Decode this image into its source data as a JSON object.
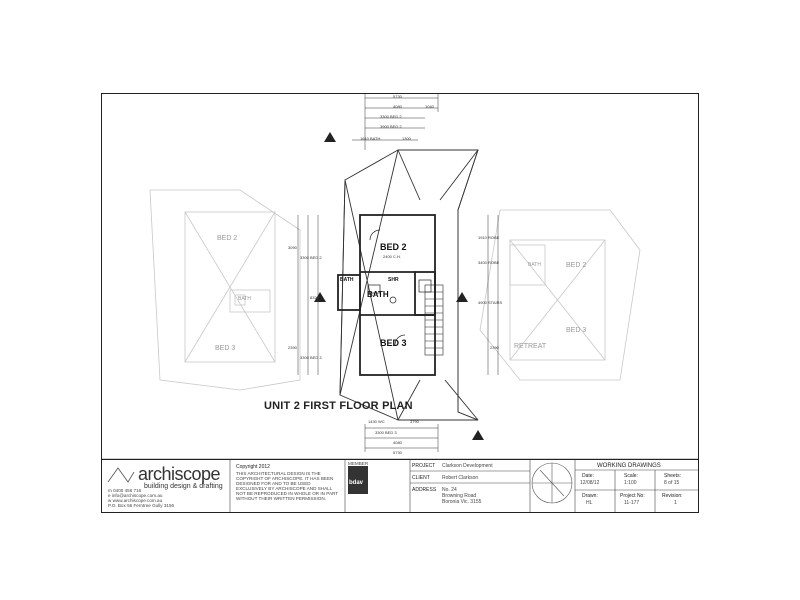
{
  "plan": {
    "title": "UNIT 2 FIRST FLOOR PLAN",
    "rooms": {
      "bed2": "BED 2",
      "bath": "BATH",
      "bed3": "BED 3",
      "ens_bath": "BATH",
      "shr": "SHR",
      "bed2_dim": "2400 C.H."
    },
    "ghost_rooms": {
      "left_bed2": "BED 2",
      "left_bed3": "BED 3",
      "left_bath": "BATH",
      "right_bed2": "BED 2",
      "right_bed3": "BED 3",
      "right_retreat": "RETREAT",
      "right_bath": "BATH"
    },
    "dimensions": {
      "top_overall": "5730",
      "top_a": "4080",
      "top_b": "1040",
      "top_c": "3300 BED 2",
      "top_d": "3900 BED 2",
      "top_e": "1610 BATH",
      "top_f": "1300",
      "bottom_a": "1430 WC",
      "bottom_b": "3790",
      "bottom_c": "3300 BED 3",
      "bottom_d": "4080",
      "bottom_e": "5730",
      "left_a": "3090",
      "left_b": "3300 BED 2",
      "left_c": "8320",
      "left_d": "2390",
      "left_e": "3300 BED 3",
      "right_a": "1910 ROBE",
      "right_b": "3400 ROBE",
      "right_c": "4900 STAIRS",
      "right_d": "2390"
    }
  },
  "title_block": {
    "brand": "archiscope",
    "brand_sub": "building design & drafting",
    "contact_lines": [
      "m 0400 456 716",
      "e info@archiscope.com.au",
      "w www.archiscope.com.au",
      "P.O. Box 56 Ferntree Gully 3156"
    ],
    "copyright_title": "Copyright 2012",
    "copyright_text": "THIS ARCHITECTURAL DESIGN IS THE COPYRIGHT OF ARCHISCOPE. IT HAS BEEN DESIGNED FOR AND TO BE USED EXCLUSIVELY BY ARCHISCOPE AND SHALL NOT BE REPRODUCED IN WHOLE OR IN PART WITHOUT THEIR WRITTEN PERMISSION.",
    "member_label": "MEMBER",
    "badge": "bdav",
    "project_label": "PROJECT",
    "project_value": "Clarkson Development",
    "client_label": "CLIENT",
    "client_value": "Robert Clarkson",
    "address_label": "ADDRESS",
    "address_lines": [
      "No. 24",
      "Browning Road",
      "Boronia Vic. 3155"
    ],
    "sheet_title": "WORKING DRAWINGS",
    "date_label": "Date:",
    "date_value": "12/08/12",
    "scale_label": "Scale:",
    "scale_value": "1:100",
    "sheets_label": "Sheets:",
    "sheets_value": "8 of 15",
    "drawn_label": "Drawn:",
    "drawn_value": "HL",
    "project_no_label": "Project No:",
    "project_no_value": "11-177",
    "revision_label": "Revision:",
    "revision_value": "1"
  }
}
